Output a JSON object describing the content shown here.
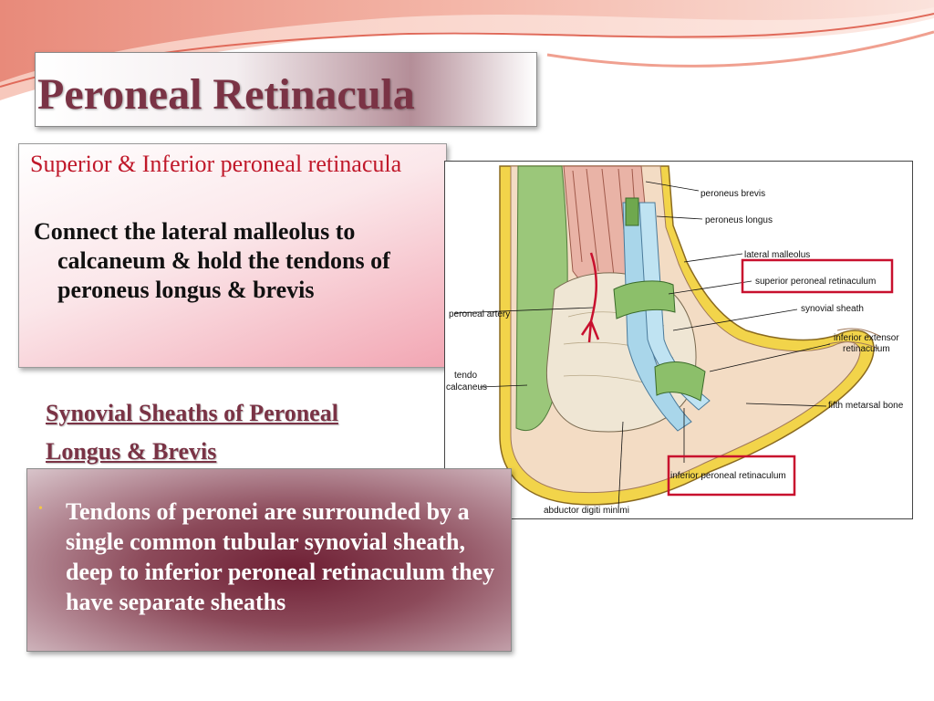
{
  "slide": {
    "title": "Peroneal Retinacula",
    "box1": {
      "heading": "Superior & Inferior peroneal retinacula",
      "body": "Connect the lateral malleolus to calcaneum & hold the tendons of peroneus longus & brevis"
    },
    "sub_heading": {
      "line1": "Synovial Sheaths of Peroneal",
      "line2": "Longus & Brevis"
    },
    "box2": {
      "bullet": "Tendons of peronei are surrounded by a single common tubular synovial sheath, deep to inferior peroneal retinaculum they have separate sheaths"
    }
  },
  "diagram": {
    "labels": {
      "peroneus_brevis": "peroneus brevis",
      "peroneus_longus": "peroneus longus",
      "lateral_malleolus": "lateral malleolus",
      "superior_peroneal_retinaculum": "superior peroneal retinaculum",
      "synovial_sheath": "synovial sheath",
      "peroneal_artery": "peroneal artery",
      "inferior_extensor_1": "inferior extensor",
      "inferior_extensor_2": "retinaculum",
      "tendo_1": "tendo",
      "tendo_2": "calcaneus",
      "fifth_metatarsal": "fifth metarsal bone",
      "inferior_peroneal_retinaculum": "inferior peroneal retinaculum",
      "abductor_digiti_minimi": "abductor digiti minimi"
    }
  },
  "colors": {
    "accent": "#7a3345",
    "heading_red": "#c0182a",
    "highlight_box": "#c8102e",
    "bullet": "#f5c842"
  }
}
